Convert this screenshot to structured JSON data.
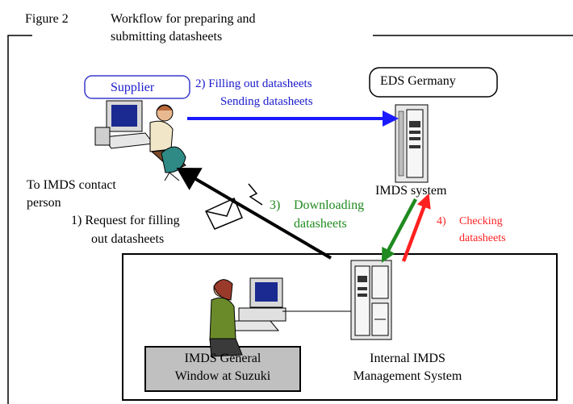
{
  "figure": {
    "number": "Figure 2",
    "title_line1": "Workflow for preparing and",
    "title_line2": "submitting datasheets"
  },
  "nodes": {
    "supplier": "Supplier",
    "eds": "EDS Germany",
    "imds_system": "IMDS system",
    "general_window_line1": "IMDS General",
    "general_window_line2": "Window at Suzuki",
    "internal_line1": "Internal IMDS",
    "internal_line2": "Management System",
    "contact_line1": "To IMDS contact",
    "contact_line2": "person"
  },
  "steps": {
    "s1_line1": "1)  Request for filling",
    "s1_line2": "out datasheets",
    "s2_line1": "2)  Filling out datasheets",
    "s2_line2": "Sending datasheets",
    "s3_num": "3)",
    "s3_line1": "Downloading",
    "s3_line2": "datasheets",
    "s4_num": "4)",
    "s4_line1": "Checking",
    "s4_line2": "datasheets"
  },
  "colors": {
    "step1": "#000000",
    "step2": "#1a1acc",
    "step3": "#1f8a1f",
    "step4": "#ff2020",
    "box_fill": "#c0c0c0"
  }
}
